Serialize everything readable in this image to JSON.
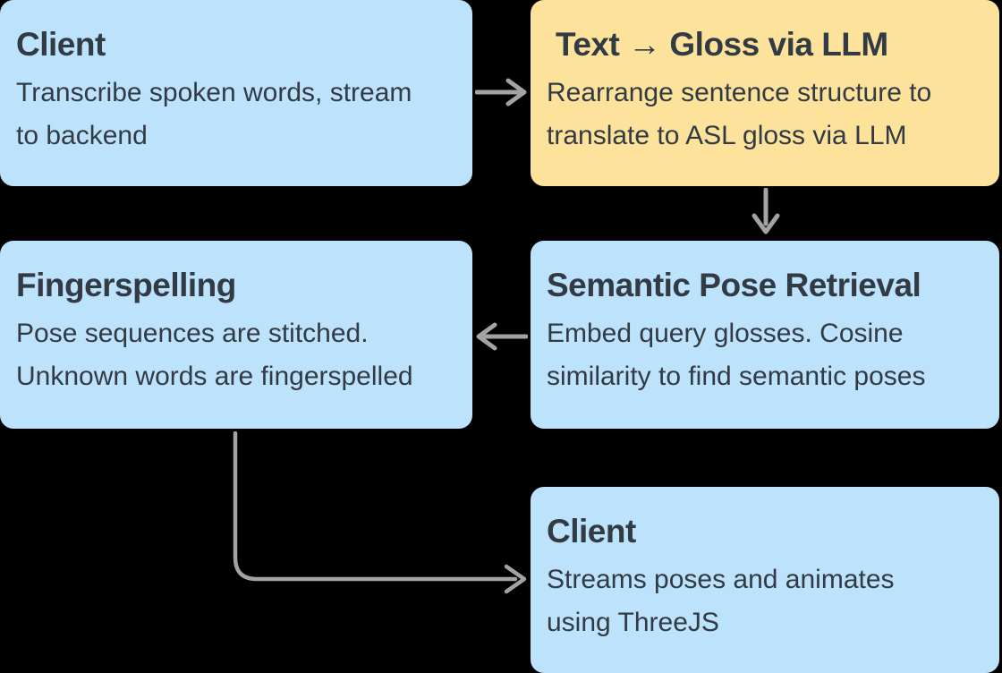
{
  "diagram": {
    "background_color": "#000000",
    "card_blue_color": "#BDE2FB",
    "card_yellow_color": "#FCE29B",
    "text_color": "#323A44",
    "arrow_color": "#A3A3A3"
  },
  "cards": [
    {
      "id": "client-top",
      "title": "Client",
      "body": [
        "Transcribe spoken words, stream",
        "to backend"
      ]
    },
    {
      "id": "text-gloss-llm",
      "title": "Text → Gloss via LLM",
      "body": [
        "Rearrange sentence structure to",
        "translate to ASL gloss via LLM"
      ]
    },
    {
      "id": "fingerspelling",
      "title": "Fingerspelling",
      "body": [
        "Pose sequences are stitched.",
        "Unknown words are fingerspelled"
      ]
    },
    {
      "id": "semantic-pose-retrieval",
      "title": "Semantic Pose Retrieval",
      "body": [
        "Embed query glosses. Cosine",
        "similarity to find semantic poses"
      ]
    },
    {
      "id": "client-bottom",
      "title": "Client",
      "body": [
        "Streams poses and animates",
        "using ThreeJS"
      ]
    }
  ],
  "arrows": [
    {
      "name": "client-to-gloss",
      "direction": "right"
    },
    {
      "name": "gloss-to-retrieval",
      "direction": "down"
    },
    {
      "name": "retrieval-to-fingerspelling",
      "direction": "left"
    },
    {
      "name": "fingerspelling-to-client",
      "direction": "down-then-right"
    }
  ]
}
